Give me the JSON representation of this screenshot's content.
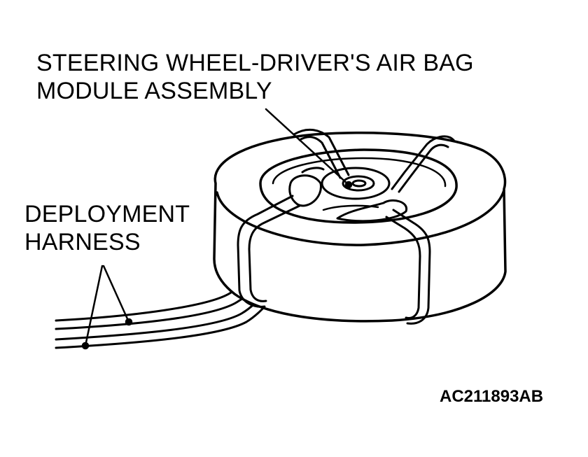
{
  "labels": {
    "module": {
      "line1": "STEERING WHEEL-DRIVER'S AIR BAG",
      "line2": "MODULE ASSEMBLY"
    },
    "harness": {
      "line1": "DEPLOYMENT",
      "line2": "HARNESS"
    }
  },
  "figure_code": "AC211893AB",
  "colors": {
    "ink": "#000000",
    "paper": "#ffffff"
  }
}
